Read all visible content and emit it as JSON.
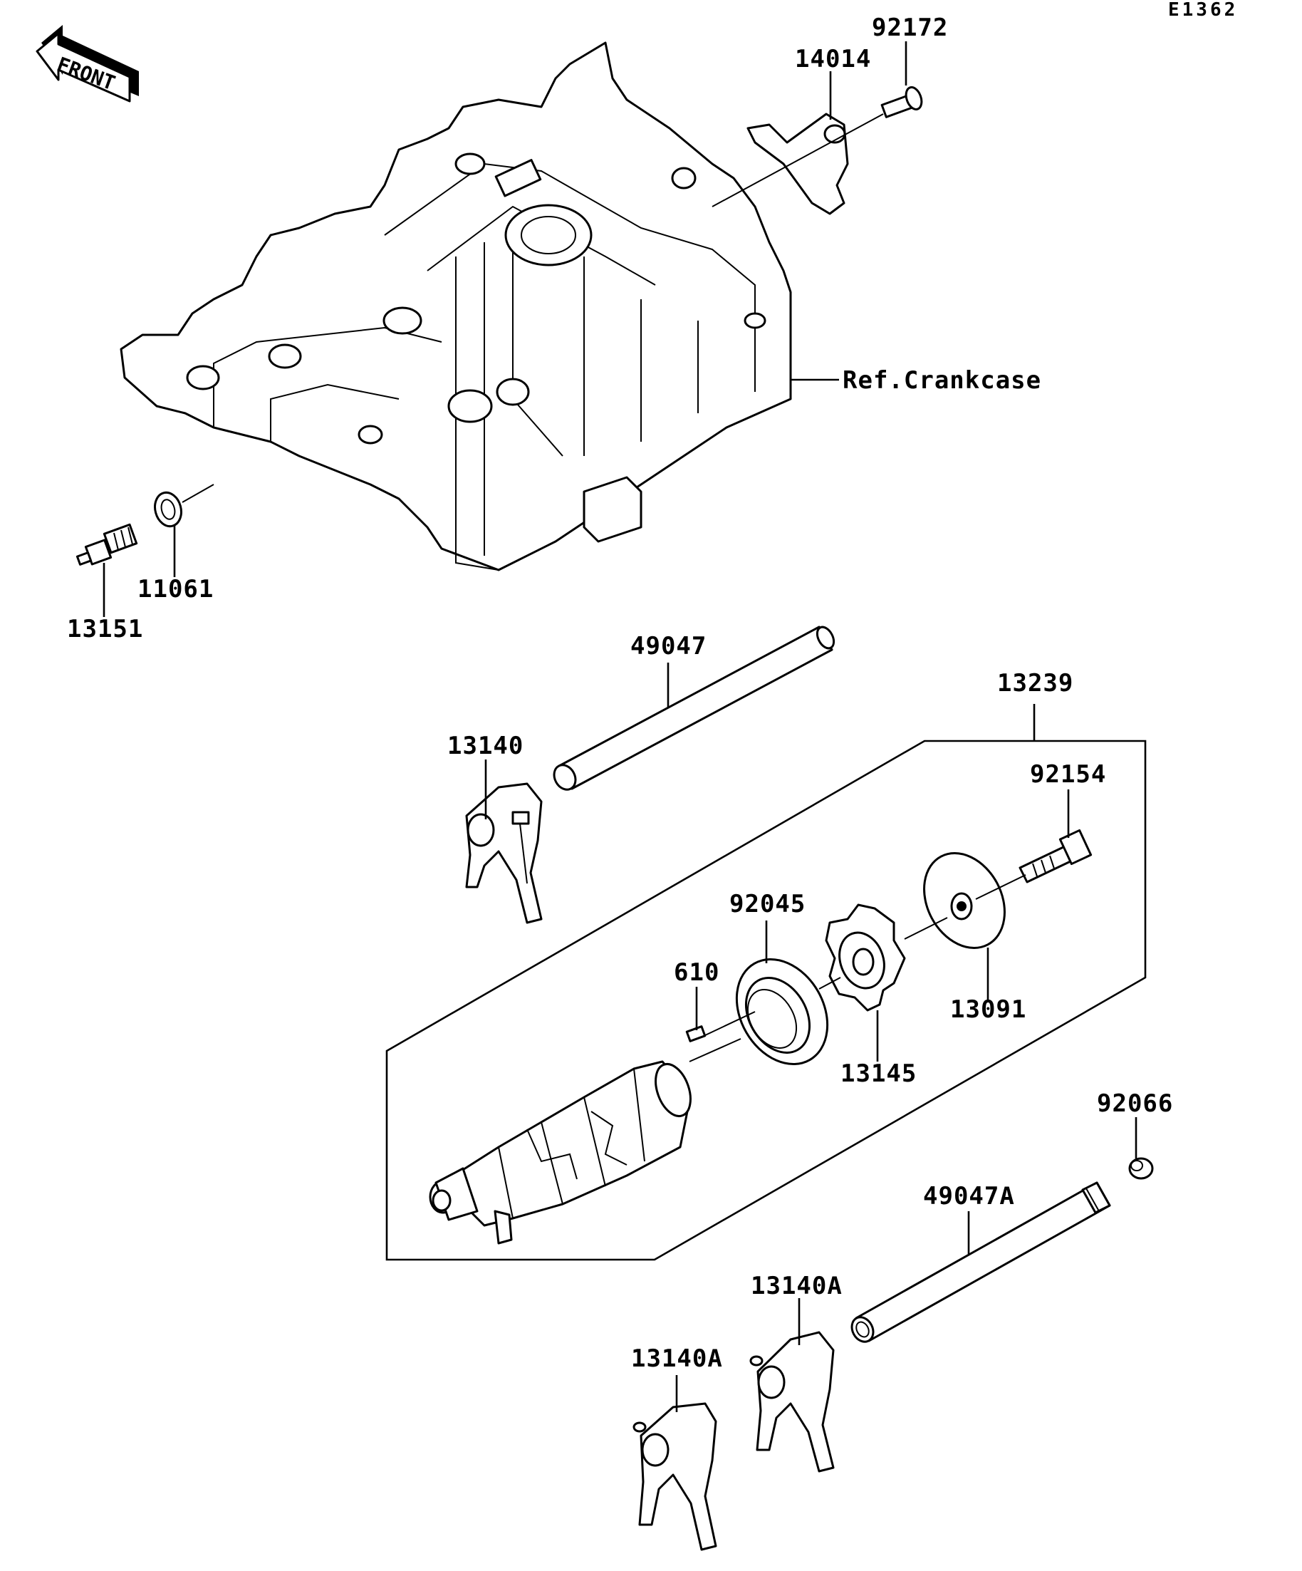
{
  "diagram_code": "E1362",
  "front_arrow": {
    "text": "FRONT",
    "icon": "front-arrow-icon"
  },
  "reference_label": "Ref.Crankcase",
  "parts": [
    {
      "key": "p92172",
      "number": "92172"
    },
    {
      "key": "p14014",
      "number": "14014"
    },
    {
      "key": "p11061",
      "number": "11061"
    },
    {
      "key": "p13151",
      "number": "13151"
    },
    {
      "key": "p49047",
      "number": "49047"
    },
    {
      "key": "p13239",
      "number": "13239"
    },
    {
      "key": "p13140",
      "number": "13140"
    },
    {
      "key": "p92154",
      "number": "92154"
    },
    {
      "key": "p92045",
      "number": "92045"
    },
    {
      "key": "p610",
      "number": "610"
    },
    {
      "key": "p13091",
      "number": "13091"
    },
    {
      "key": "p13145",
      "number": "13145"
    },
    {
      "key": "p92066",
      "number": "92066"
    },
    {
      "key": "p49047A",
      "number": "49047A"
    },
    {
      "key": "p13140A_upper",
      "number": "13140A"
    },
    {
      "key": "p13140A_lower",
      "number": "13140A"
    }
  ]
}
